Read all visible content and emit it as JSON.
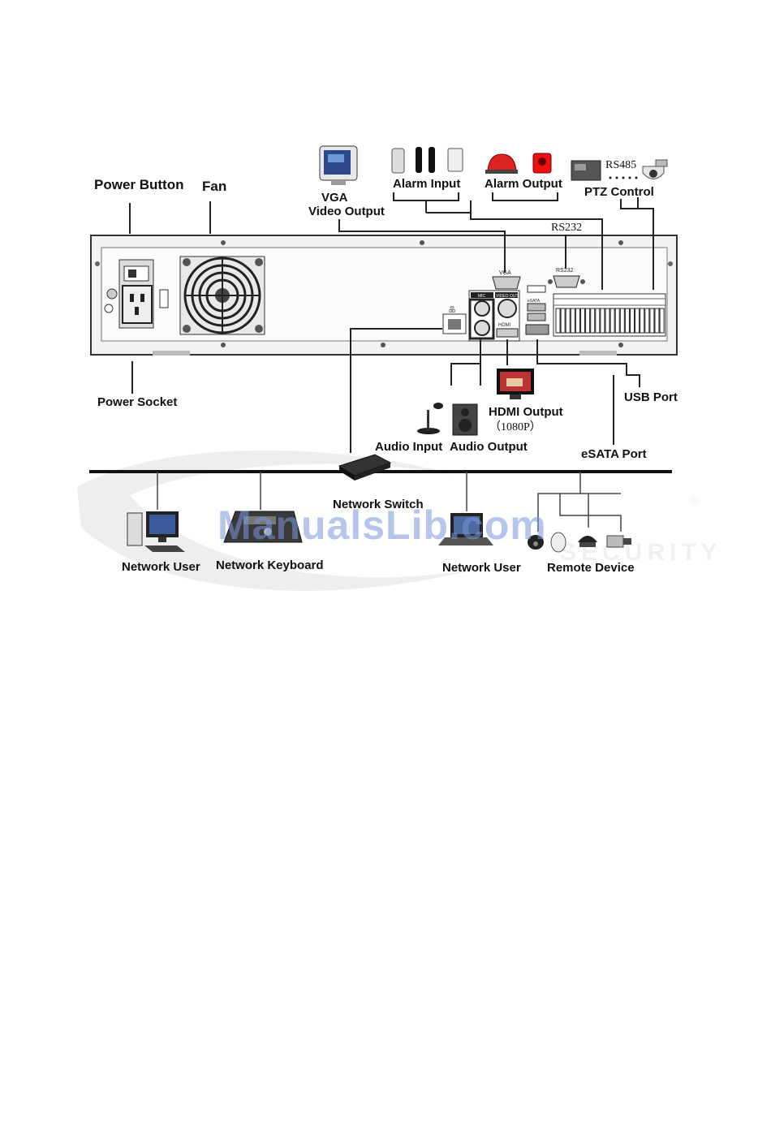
{
  "labels": {
    "power_button": "Power Button",
    "fan": "Fan",
    "vga": "VGA",
    "video_output": "Video Output",
    "alarm_input": "Alarm Input",
    "alarm_output": "Alarm Output",
    "rs485": "RS485",
    "ptz_control": "PTZ Control",
    "rs232": "RS232",
    "power_socket": "Power Socket",
    "usb_port": "USB Port",
    "hdmi_output": "HDMI Output",
    "hdmi_res": "（1080P）",
    "audio_input": "Audio Input",
    "audio_output": "Audio Output",
    "esata_port": "eSATA Port",
    "network_switch": "Network Switch",
    "network_user_left": "Network User",
    "network_keyboard": "Network Keyboard",
    "network_user_right": "Network User",
    "remote_device": "Remote Device"
  },
  "panel_text": {
    "vga": "VGA",
    "rs232": "RS232",
    "mic": "MIC",
    "video_out": "VIDEO OUT",
    "hdmi": "HDMI",
    "esata": "eSATA"
  },
  "watermark": "ManualsLib.com",
  "colors": {
    "line": "#222222",
    "panel": "#f0f0f0",
    "watermark": "#7f9bdc"
  }
}
